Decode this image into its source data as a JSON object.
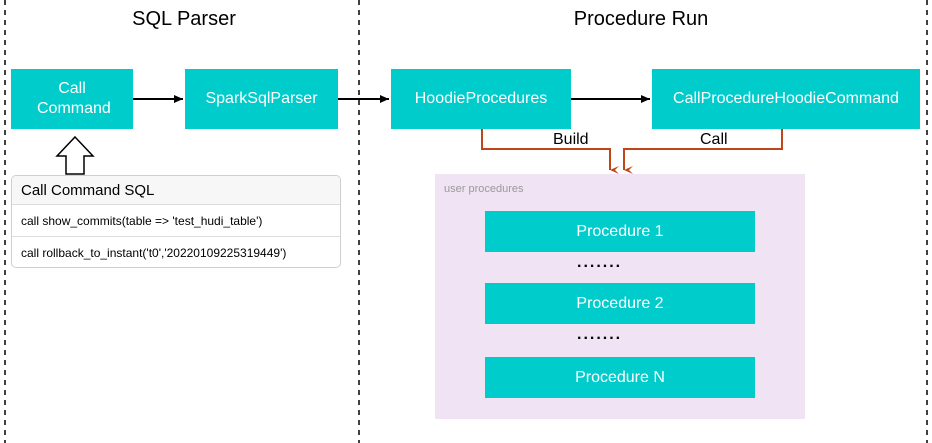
{
  "sections": {
    "parser_title": "SQL Parser",
    "run_title": "Procedure Run"
  },
  "nodes": {
    "call_command": "Call Command",
    "spark_sql_parser": "SparkSqlParser",
    "hoodie_procedures": "HoodieProcedures",
    "call_procedure_hoodie_command": "CallProcedureHoodieCommand"
  },
  "sql_panel": {
    "header": "Call Command SQL",
    "rows": [
      "call show_commits(table => 'test_hudi_table')",
      "call rollback_to_instant('t0','20220109225319449')"
    ]
  },
  "edges": {
    "build_label": "Build",
    "call_label": "Call"
  },
  "group": {
    "label": "user procedures",
    "procedures": [
      "Procedure 1",
      "Procedure 2",
      "Procedure N"
    ],
    "ellipsis": "......."
  },
  "colors": {
    "node_fill": "#00cccc",
    "group_fill": "#f0e4f4",
    "build_call_edge": "#c0461a"
  }
}
